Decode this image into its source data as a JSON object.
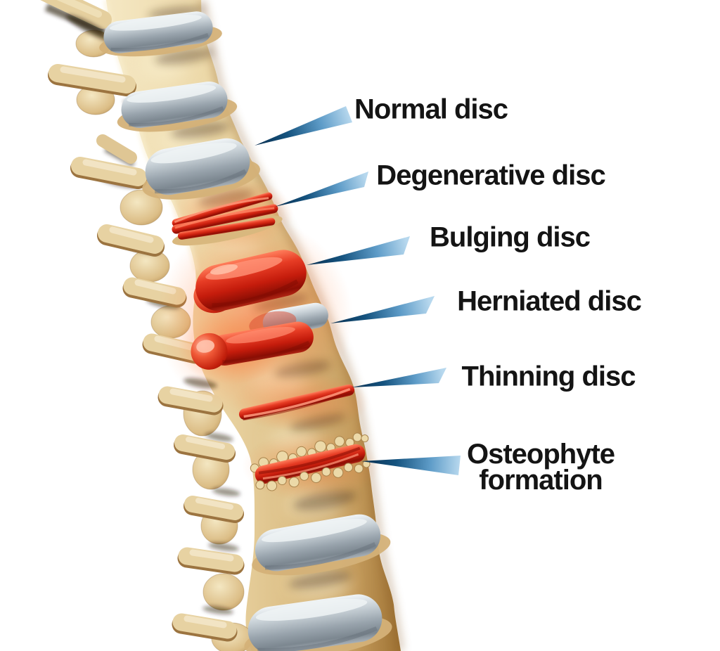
{
  "diagram": {
    "background": "#ffffff",
    "annotations": [
      {
        "id": "normal-disc",
        "text": "Normal disc"
      },
      {
        "id": "degenerative-disc",
        "text": "Degenerative disc"
      },
      {
        "id": "bulging-disc",
        "text": "Bulging disc"
      },
      {
        "id": "herniated-disc",
        "text": "Herniated disc"
      },
      {
        "id": "thinning-disc",
        "text": "Thinning disc"
      },
      {
        "id": "osteophyte-formation",
        "line1": "Osteophyte",
        "line2": "formation"
      }
    ],
    "colors": {
      "label_text": "#141414",
      "pointer_dark": "#0a2f4f",
      "pointer_mid": "#2f6ba3",
      "pointer_light": "#b7d8ee",
      "bone_light": "#f5e8c4",
      "bone_mid": "#ddc088",
      "bone_shadow": "#9e7233",
      "disc_normal_light": "#f1f5f7",
      "disc_normal_dark": "#7c8790",
      "disc_diseased_red": "#c51c0c",
      "disc_red_highlight": "#ff7e5c",
      "inflammation_glow": "#ff5a26"
    }
  }
}
